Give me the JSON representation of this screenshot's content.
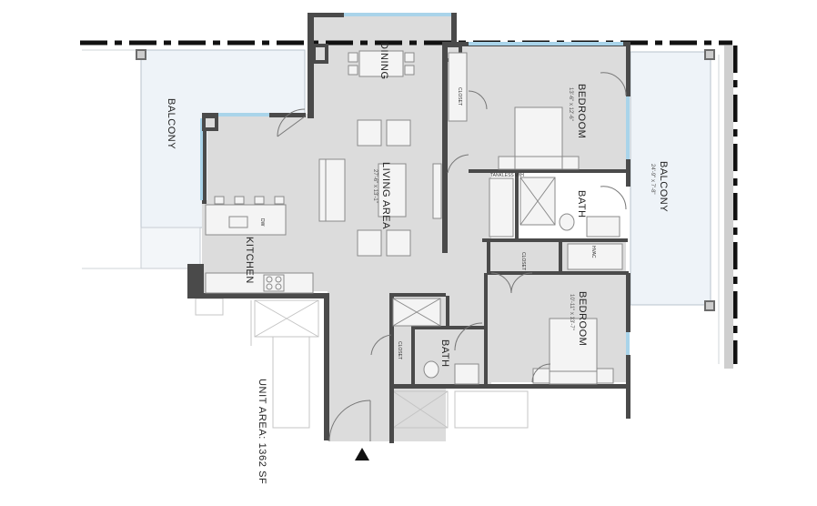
{
  "rooms": {
    "dining": {
      "label": "DINING"
    },
    "living_area": {
      "label": "LIVING AREA",
      "dimensions": "27'-6\" x 13'-1\""
    },
    "kitchen": {
      "label": "KITCHEN",
      "dw": "DW"
    },
    "bedroom_1": {
      "label": "BEDROOM",
      "dimensions": "13'-6\" x 12'-6\""
    },
    "bedroom_2": {
      "label": "BEDROOM",
      "dimensions": "10'-11\" x 13'-7\""
    },
    "bath_1": {
      "label": "BATH"
    },
    "bath_2": {
      "label": "BATH"
    },
    "balcony_left": {
      "label": "BALCONY"
    },
    "balcony_right": {
      "label": "BALCONY",
      "dimensions": "24'-9\" x 7'-8\""
    },
    "closet_1": {
      "label": "CLOSET"
    },
    "closet_2": {
      "label": "CLOSET"
    },
    "closet_3": {
      "label": "CLOSET"
    },
    "hvac": {
      "label": "HVAC"
    },
    "tankless": {
      "label": "TANKLESS W/H"
    }
  },
  "unit_area": "UNIT AREA: 1362 SF",
  "colors": {
    "floor": "#dcdcdc",
    "balcony": "#eef3f8",
    "wall": "#4a4a4a",
    "window": "#a9d4ea",
    "furniture": "#f4f4f4",
    "property_line": "#111111"
  }
}
